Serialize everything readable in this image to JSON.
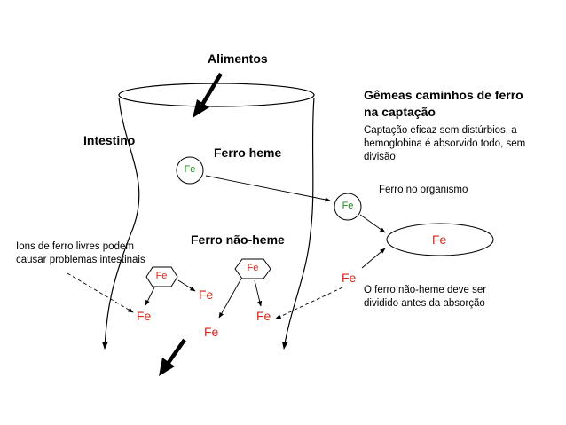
{
  "labels": {
    "alimentos": "Alimentos",
    "intestino": "Intestino",
    "ferro_heme": "Ferro heme",
    "ferro_nao_heme": "Ferro não-heme",
    "gemeas_title": "Gêmeas caminhos de ferro na captação",
    "captacao_text": "Captação eficaz sem distúrbios, a hemoglobina é absorvido todo, sem divisão",
    "ferro_organismo": "Ferro no organismo",
    "ions_text": "Ions de ferro livres podem causar problemas intestinais",
    "dividido_text": "O ferro não-heme deve ser dividido antes da absorção"
  },
  "iron_symbol": "Fe",
  "colors": {
    "heme_green": "#1e8a1e",
    "iron_red": "#d9261c",
    "line": "#000000"
  }
}
